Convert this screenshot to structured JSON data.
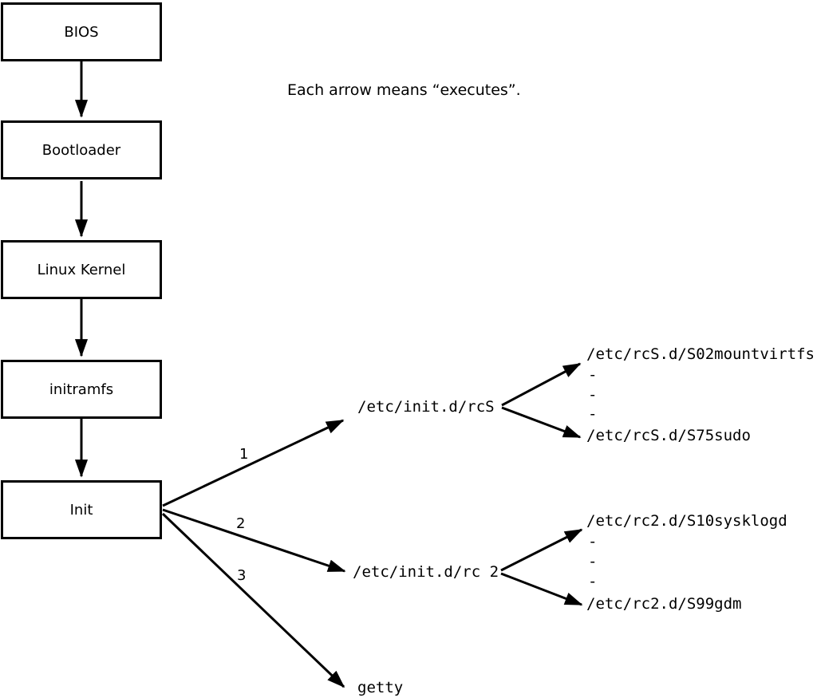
{
  "colors": {
    "foreground": "#000000",
    "background": "#ffffff"
  },
  "caption": "Each arrow means “executes”.",
  "flow_boxes": [
    {
      "label": "BIOS"
    },
    {
      "label": "Bootloader"
    },
    {
      "label": "Linux Kernel"
    },
    {
      "label": "initramfs"
    },
    {
      "label": "Init"
    }
  ],
  "branches": [
    {
      "number": "1",
      "target": "/etc/init.d/rcS",
      "children": {
        "first": "/etc/rcS.d/S02mountvirtfs",
        "ellipsis": [
          "-",
          "-",
          "-"
        ],
        "last": "/etc/rcS.d/S75sudo"
      }
    },
    {
      "number": "2",
      "target": "/etc/init.d/rc 2",
      "children": {
        "first": "/etc/rc2.d/S10sysklogd",
        "ellipsis": [
          "-",
          "-",
          "-"
        ],
        "last": "/etc/rc2.d/S99gdm"
      }
    },
    {
      "number": "3",
      "target": "getty"
    }
  ]
}
